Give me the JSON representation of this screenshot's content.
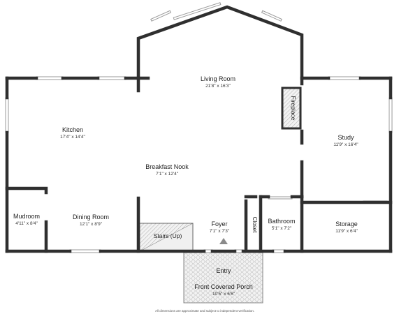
{
  "rooms": [
    {
      "id": "living-room",
      "name": "Living Room",
      "dim": "21'8\" x 16'3\""
    },
    {
      "id": "kitchen",
      "name": "Kitchen",
      "dim": "17'4\" x 14'4\""
    },
    {
      "id": "fireplace",
      "name": "Fireplace",
      "dim": ""
    },
    {
      "id": "study",
      "name": "Study",
      "dim": "11'9\" x 16'4\""
    },
    {
      "id": "breakfast-nook",
      "name": "Breakfast Nook",
      "dim": "7'1\" x 12'4\""
    },
    {
      "id": "mudroom",
      "name": "Mudroom",
      "dim": "4'11\" x 8'4\""
    },
    {
      "id": "dining-room",
      "name": "Dining Room",
      "dim": "12'1\" x 8'9\""
    },
    {
      "id": "stairs",
      "name": "Stairs (Up)",
      "dim": ""
    },
    {
      "id": "foyer",
      "name": "Foyer",
      "dim": "7'1\" x 7'3\""
    },
    {
      "id": "closet",
      "name": "Closet",
      "dim": ""
    },
    {
      "id": "bathroom",
      "name": "Bathroom",
      "dim": "5'1\" x 7'2\""
    },
    {
      "id": "storage",
      "name": "Storage",
      "dim": "11'9\" x 6'4\""
    },
    {
      "id": "entry",
      "name": "Entry",
      "dim": ""
    },
    {
      "id": "front-covered-porch",
      "name": "Front Covered Porch",
      "dim": "10'5\" x 6'6\""
    }
  ],
  "footer": "All dimensions are approximate and subject to independent verification.",
  "colors": {
    "wall": "#2f2f2f",
    "porch_fill": "#eeeeee",
    "stairs_fill": "#f0f0f0"
  }
}
